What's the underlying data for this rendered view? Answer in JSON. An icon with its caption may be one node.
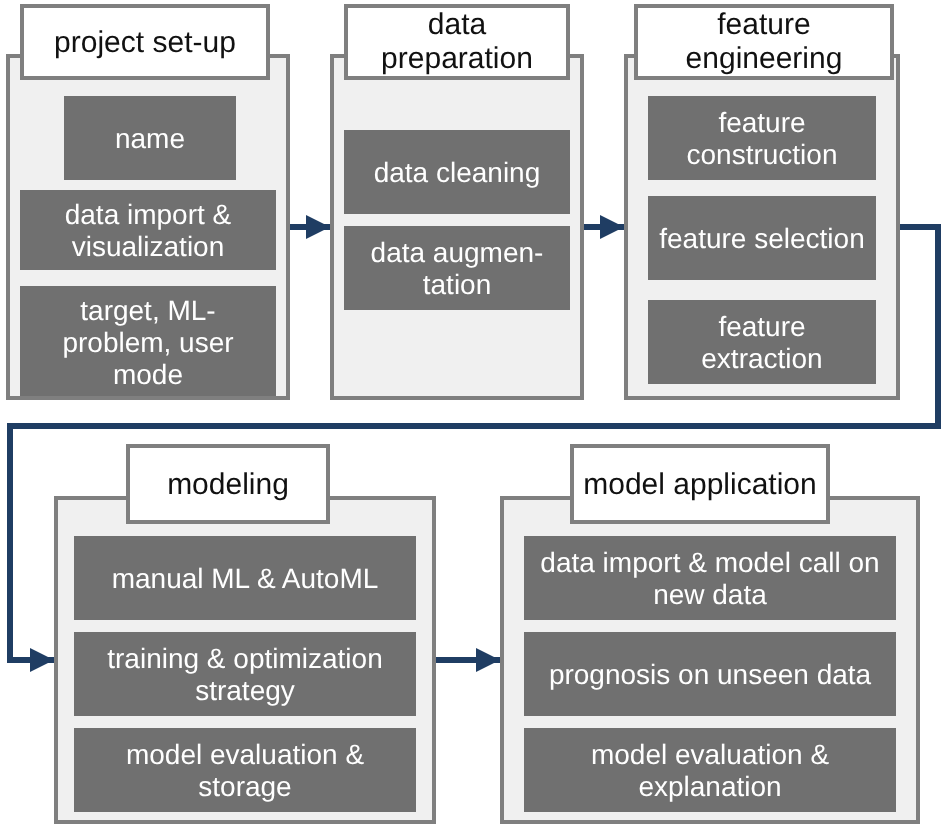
{
  "diagram": {
    "nodes": [
      {
        "text": [
          "project set-up"
        ]
      },
      {
        "text": [
          "name"
        ],
        "in": 0
      },
      {
        "text": [
          "data import & visualization"
        ],
        "in": 0
      },
      {
        "text": [
          "target, ML-problem, user mode"
        ],
        "in": 0
      },
      {
        "text": [
          "data preparation"
        ]
      },
      {
        "text": [
          "data cleaning"
        ],
        "in": 4
      },
      {
        "text": [
          "data augmen- tation"
        ],
        "in": 4
      },
      {
        "text": [
          "feature engineering"
        ]
      },
      {
        "text": [
          "feature construction"
        ],
        "in": 7
      },
      {
        "text": [
          "feature selection"
        ],
        "in": 7
      },
      {
        "text": [
          "feature extraction"
        ],
        "in": 7
      },
      {
        "text": [
          "modeling"
        ]
      },
      {
        "text": [
          "manual ML & AutoML"
        ],
        "in": 11
      },
      {
        "text": [
          "training & optimization strategy"
        ],
        "in": 11
      },
      {
        "text": [
          "model evaluation & storage"
        ],
        "in": 11
      },
      {
        "text": [
          "model application"
        ]
      },
      {
        "text": [
          "data import & model call on new data"
        ],
        "in": 15
      },
      {
        "text": [
          "prognosis on unseen data"
        ],
        "in": 15
      },
      {
        "text": [
          "model evaluation & explanation"
        ],
        "in": 15
      }
    ],
    "edges": [
      {
        "from": 0,
        "to": 4,
        "arrow": "to"
      },
      {
        "from": 4,
        "to": 7,
        "arrow": "to"
      },
      {
        "from": 7,
        "to": 11,
        "arrow": "to"
      },
      {
        "from": 11,
        "to": 15,
        "arrow": "to"
      }
    ]
  }
}
